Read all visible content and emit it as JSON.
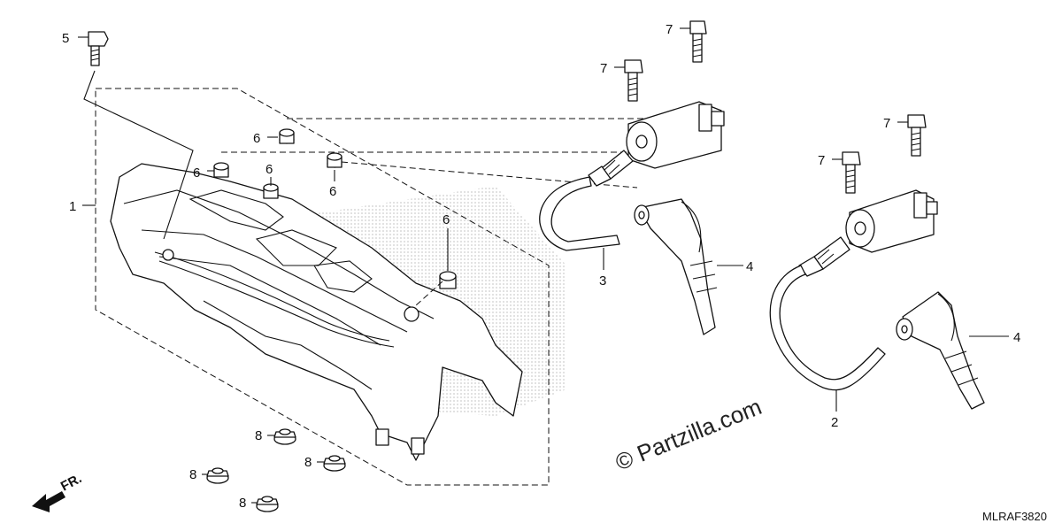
{
  "diagram": {
    "code": "MLRAF3820",
    "watermark": "© Partzilla.com",
    "direction_label": "FR.",
    "callouts": {
      "c1": "1",
      "c2": "2",
      "c3": "3",
      "c4a": "4",
      "c4b": "4",
      "c5": "5",
      "c6a": "6",
      "c6b": "6",
      "c6c": "6",
      "c6d": "6",
      "c6e": "6",
      "c7a": "7",
      "c7b": "7",
      "c7c": "7",
      "c7d": "7",
      "c8a": "8",
      "c8b": "8",
      "c8c": "8",
      "c8d": "8"
    }
  }
}
